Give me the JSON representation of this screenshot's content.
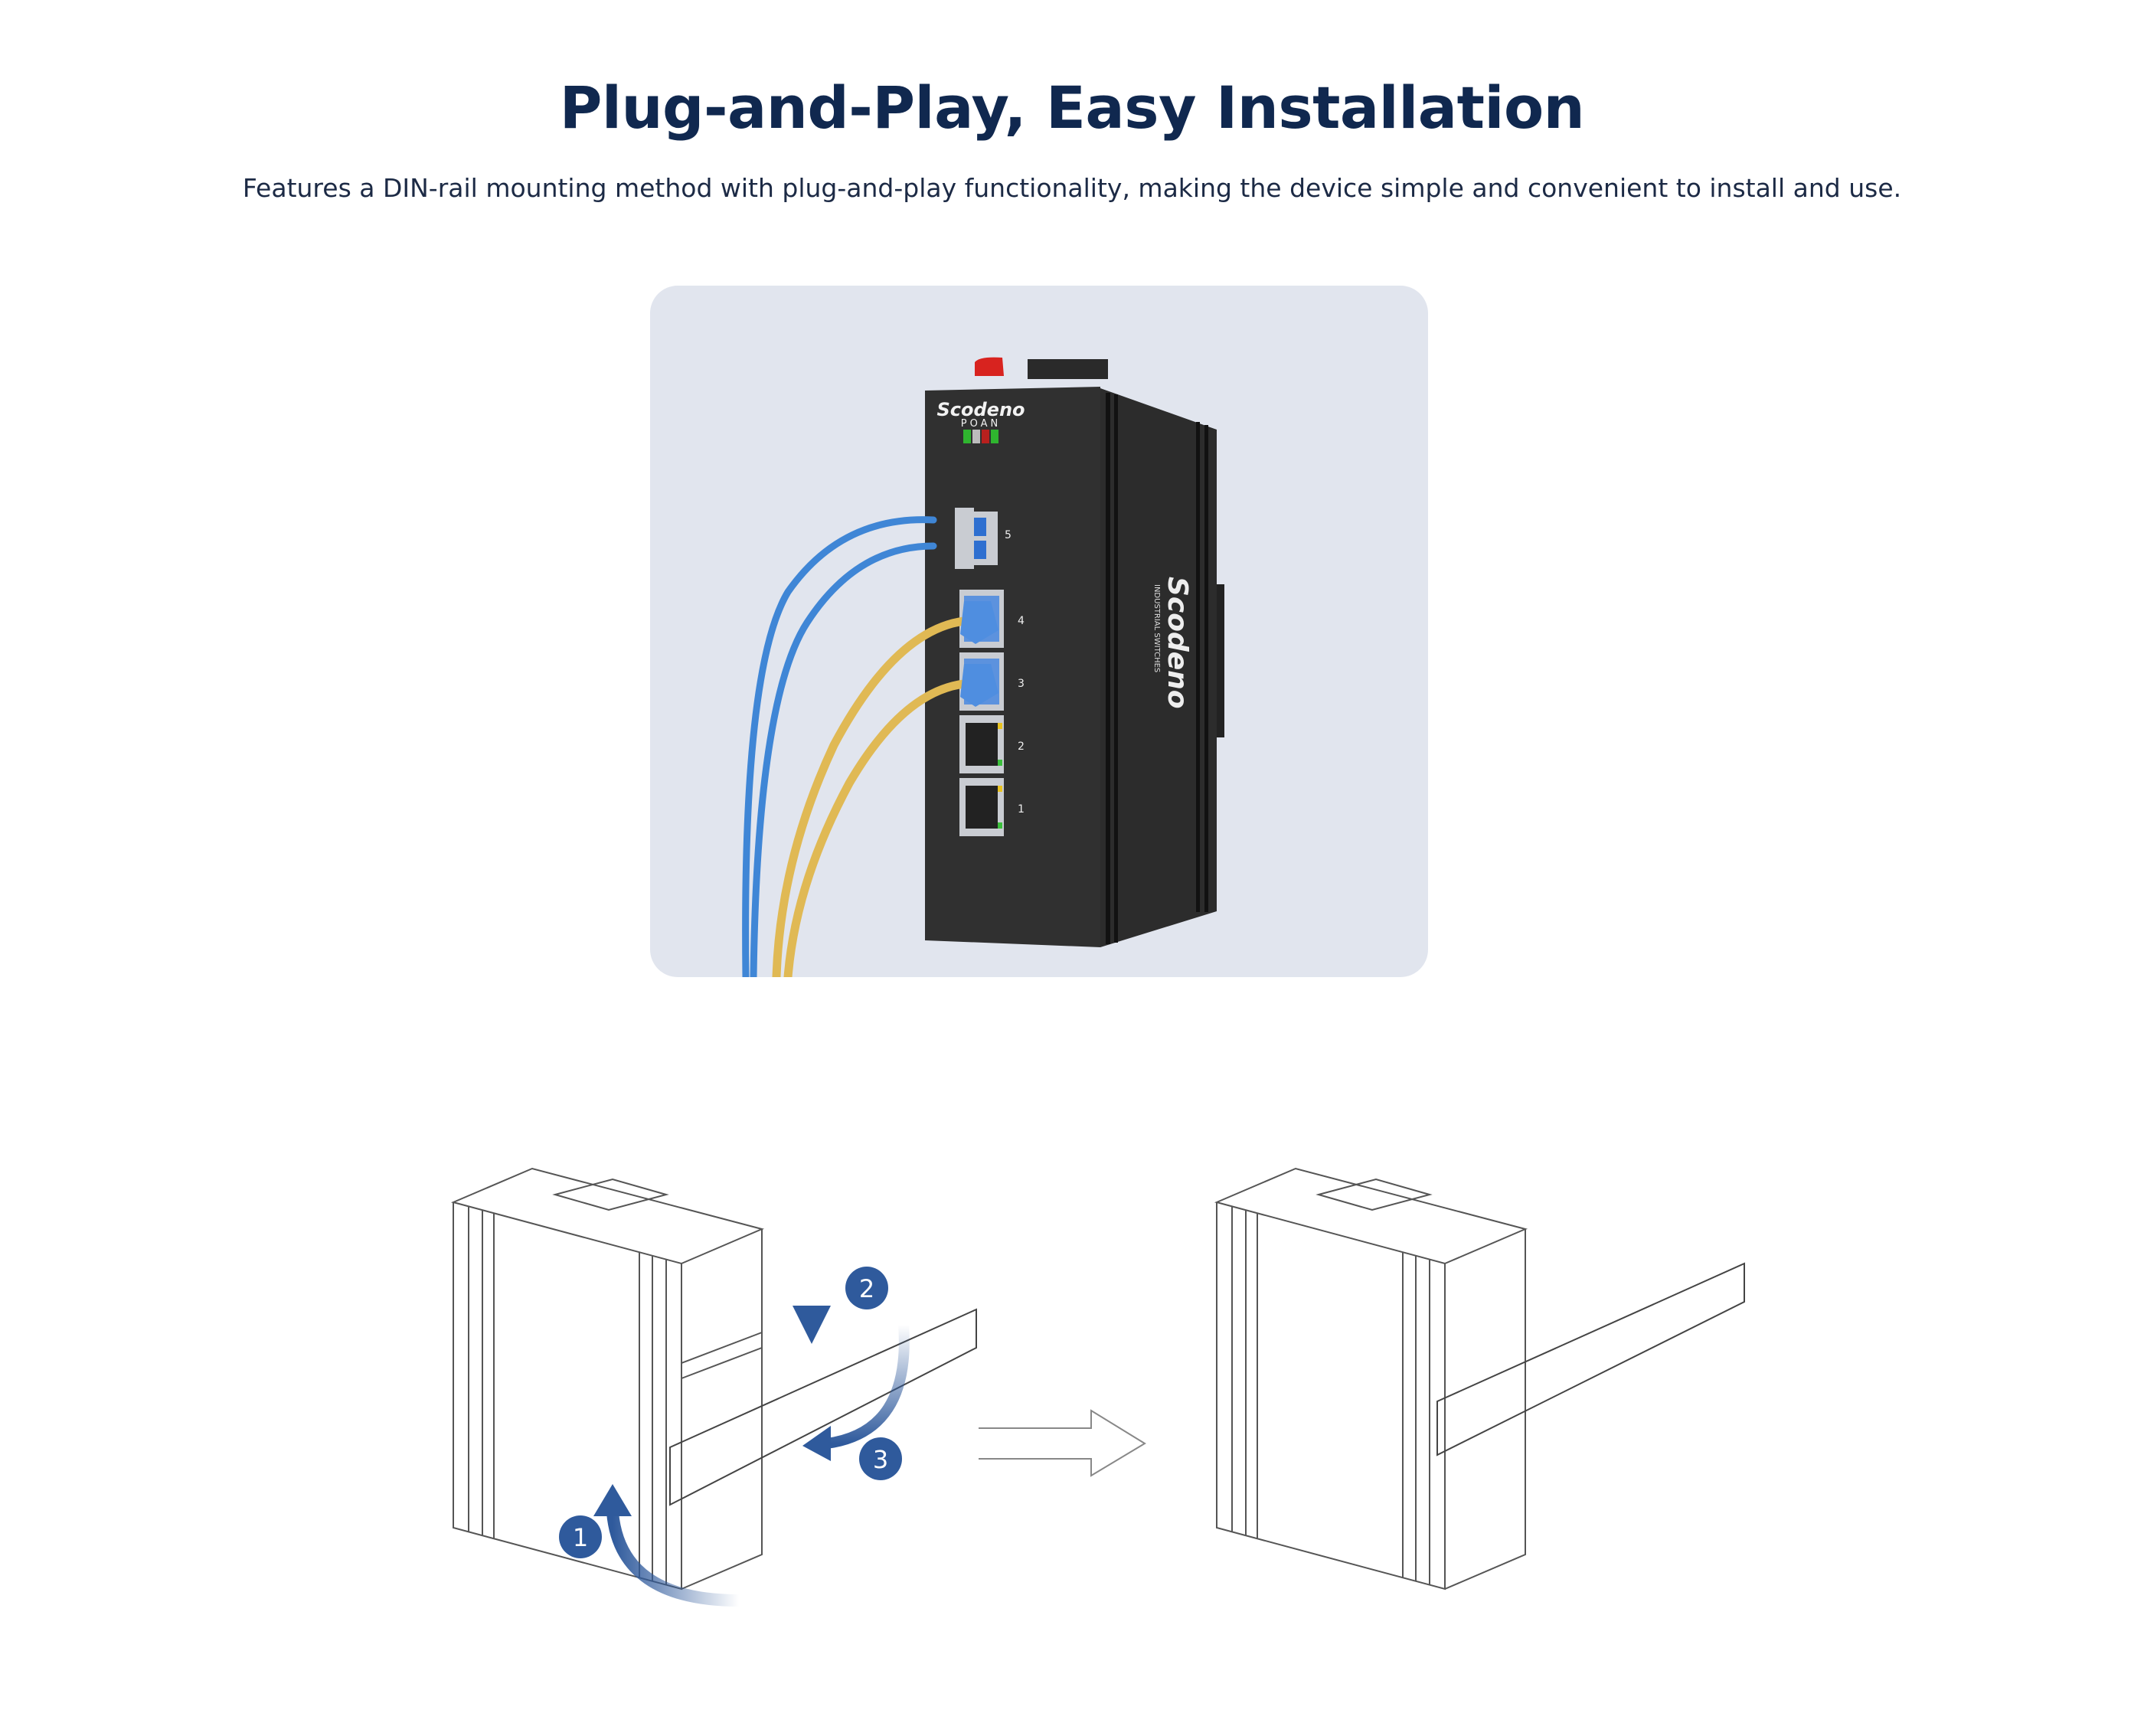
{
  "header": {
    "title": "Plug-and-Play, Easy Installation",
    "subtitle": "Features a DIN-rail mounting method with plug-and-play functionality, making the device simple and convenient to install and use."
  },
  "device": {
    "brand": "Scodeno",
    "side_brand": "Scodeno",
    "side_tagline": "INDUSTRIAL SWITCHES",
    "led_labels": "POAN",
    "ports": [
      "5",
      "4",
      "3",
      "2",
      "1"
    ]
  },
  "installation": {
    "steps": [
      "1",
      "2",
      "3"
    ]
  },
  "colors": {
    "title": "#10284f",
    "card_bg": "#e1e5ee",
    "step_circle": "#2f5a9c",
    "fiber_cable": "#3f86d6",
    "ethernet_cable": "#e0b954"
  }
}
